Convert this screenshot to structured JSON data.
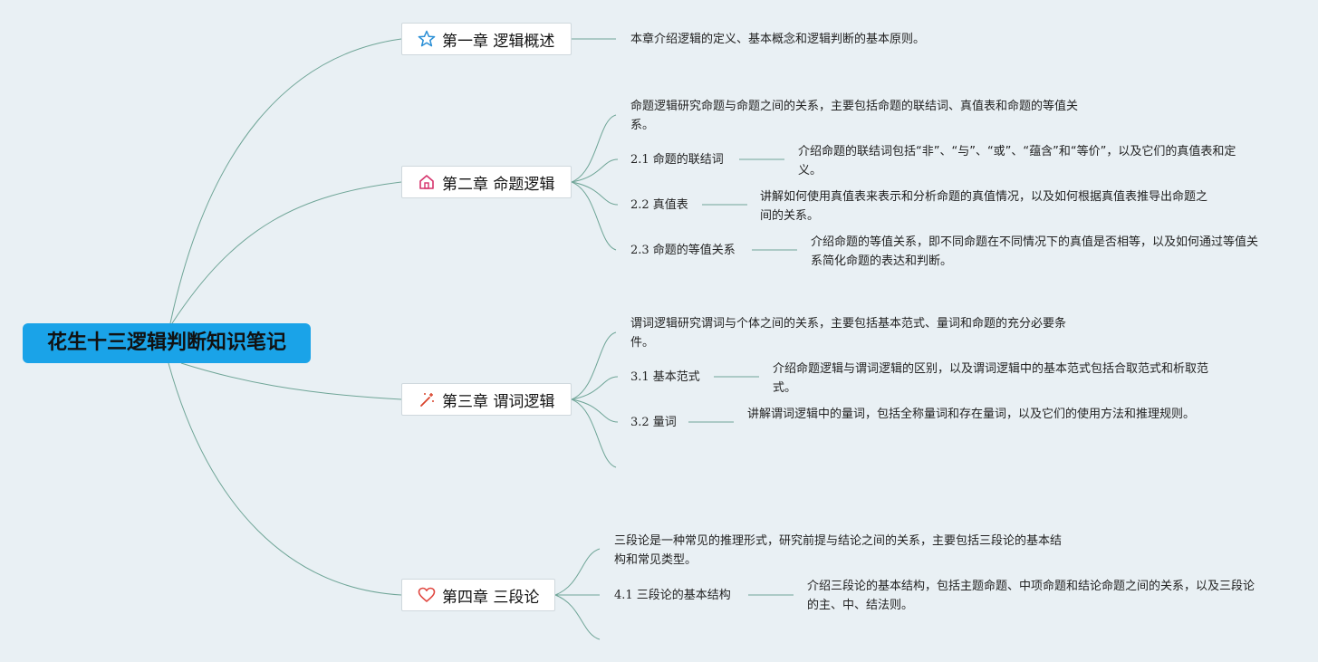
{
  "root": {
    "title": "花生十三逻辑判断知识笔记"
  },
  "chapters": [
    {
      "title": "第一章 逻辑概述",
      "icon": "star-icon",
      "summary": "本章介绍逻辑的定义、基本概念和逻辑判断的基本原则。",
      "topics": []
    },
    {
      "title": "第二章 命题逻辑",
      "icon": "house-icon",
      "summary": "命题逻辑研究命题与命题之间的关系，主要包括命题的联结词、真值表和命题的等值关系。",
      "topics": [
        {
          "title": "2.1 命题的联结词",
          "desc": "介绍命题的联结词包括“非”、“与”、“或”、“蕴含”和“等价”，以及它们的真值表和定义。"
        },
        {
          "title": "2.2 真值表",
          "desc": "讲解如何使用真值表来表示和分析命题的真值情况，以及如何根据真值表推导出命题之间的关系。"
        },
        {
          "title": "2.3 命题的等值关系",
          "desc": "介绍命题的等值关系，即不同命题在不同情况下的真值是否相等，以及如何通过等值关系简化命题的表达和判断。"
        }
      ]
    },
    {
      "title": "第三章 谓词逻辑",
      "icon": "magic-wand-icon",
      "summary": "谓词逻辑研究谓词与个体之间的关系，主要包括基本范式、量词和命题的充分必要条件。",
      "topics": [
        {
          "title": "3.1 基本范式",
          "desc": "介绍命题逻辑与谓词逻辑的区别，以及谓词逻辑中的基本范式包括合取范式和析取范式。"
        },
        {
          "title": "3.2 量词",
          "desc": "讲解谓词逻辑中的量词，包括全称量词和存在量词，以及它们的使用方法和推理规则。"
        }
      ]
    },
    {
      "title": "第四章 三段论",
      "icon": "heart-icon",
      "summary": "三段论是一种常见的推理形式，研究前提与结论之间的关系，主要包括三段论的基本结构和常见类型。",
      "topics": [
        {
          "title": "4.1 三段论的基本结构",
          "desc": "介绍三段论的基本结构，包括主题命题、中项命题和结论命题之间的关系，以及三段论的主、中、结法则。"
        }
      ]
    }
  ],
  "colors": {
    "root": "#1aa3e8",
    "line": "#6fa597",
    "background": "#e9f0f4",
    "star": "#2a8fd6",
    "house": "#d6336c",
    "wand": "#d9432b",
    "heart": "#e0463f"
  }
}
